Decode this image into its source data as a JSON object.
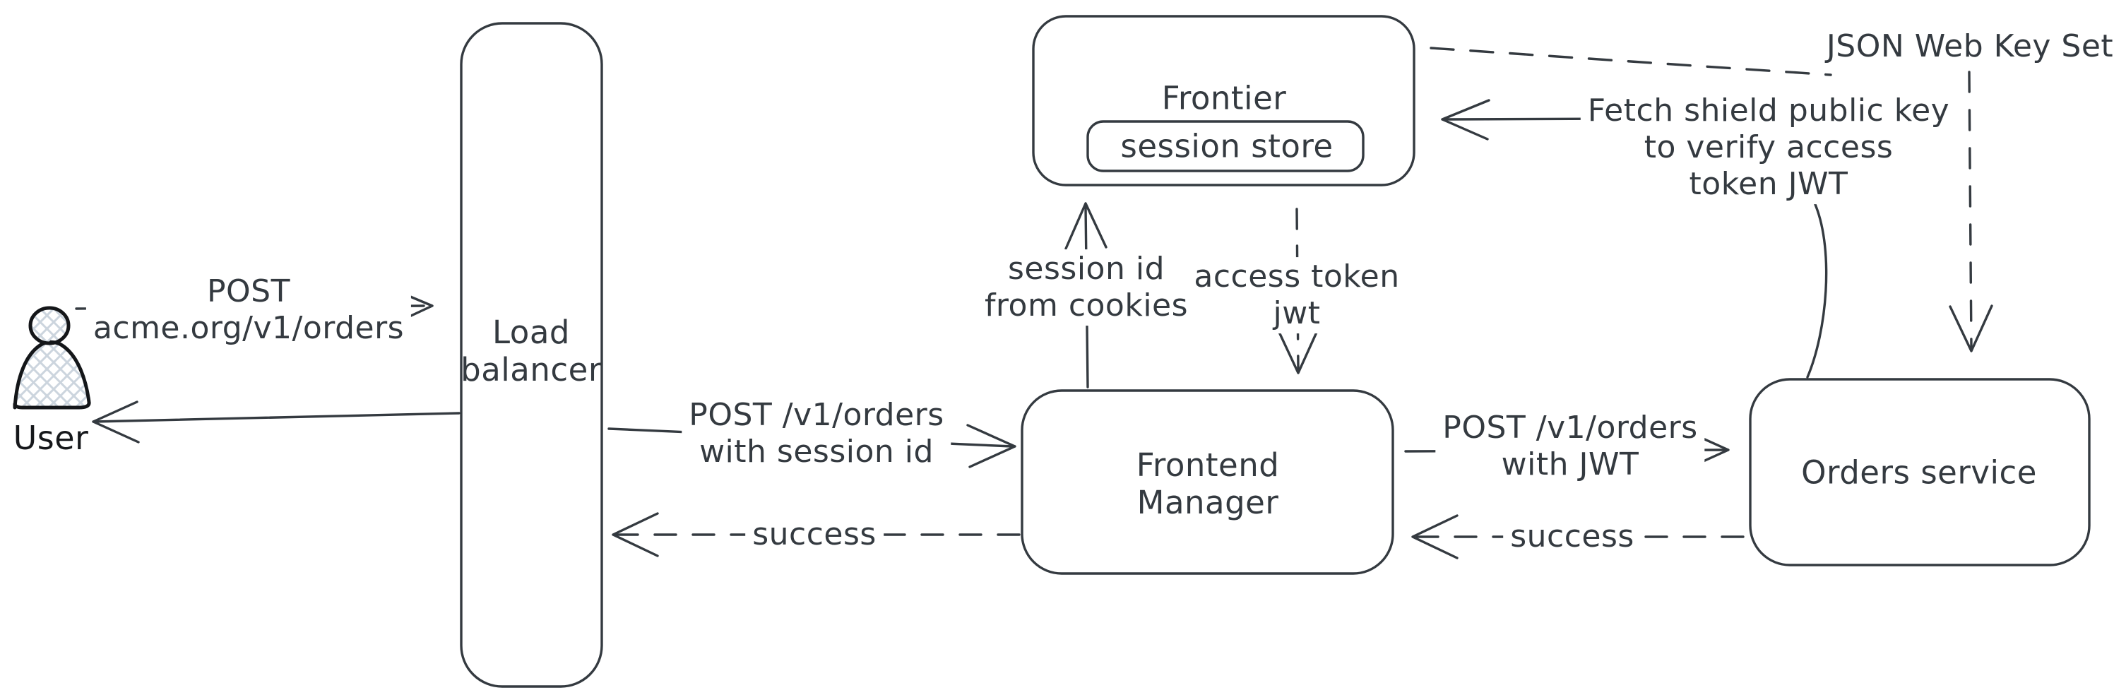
{
  "diagram": {
    "title_hint": "auth flow diagram",
    "colors": {
      "background": "#ffffff",
      "stroke": "#343a40",
      "user_stroke": "#141619",
      "hatch_fill": "#ccd5de"
    },
    "nodes": {
      "user": {
        "label": "User"
      },
      "load_balancer": {
        "label_line1": "Load",
        "label_line2": "balancer"
      },
      "frontier": {
        "label": "Frontier"
      },
      "session_store": {
        "label": "session store"
      },
      "frontend_manager": {
        "label_line1": "Frontend",
        "label_line2": "Manager"
      },
      "orders_service": {
        "label": "Orders service"
      },
      "jwks": {
        "label": "JSON Web Key Set"
      }
    },
    "edges": {
      "user_to_lb": {
        "style": "solid",
        "label_line1": "POST",
        "label_line2": "acme.org/v1/orders"
      },
      "lb_to_user": {
        "style": "solid",
        "label": ""
      },
      "lb_to_fm": {
        "style": "solid",
        "label_line1": "POST /v1/orders",
        "label_line2": "with session id"
      },
      "fm_to_lb": {
        "style": "dashed",
        "label": "success"
      },
      "fm_to_frontier": {
        "style": "solid",
        "label_line1": "session id",
        "label_line2": "from cookies"
      },
      "frontier_to_fm": {
        "style": "dashed",
        "label_line1": "access token",
        "label_line2": "jwt"
      },
      "fm_to_orders": {
        "style": "solid",
        "label_line1": "POST /v1/orders",
        "label_line2": "with JWT"
      },
      "orders_to_fm": {
        "style": "dashed",
        "label": "success"
      },
      "orders_to_frontier": {
        "style": "solid",
        "label_line1": "Fetch shield public key",
        "label_line2": "to verify access",
        "label_line3": "token JWT"
      },
      "frontier_to_jwks": {
        "style": "dashed"
      },
      "jwks_to_orders": {
        "style": "dashed"
      }
    }
  }
}
